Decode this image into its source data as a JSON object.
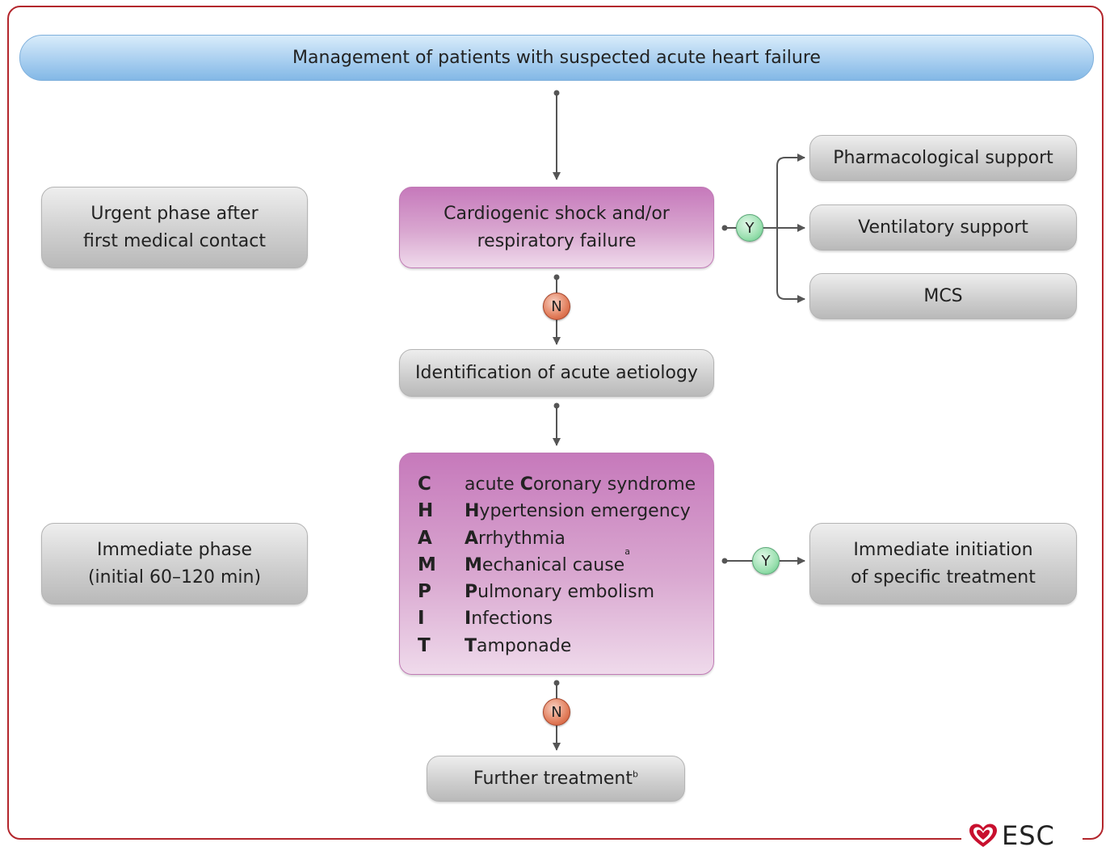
{
  "header": {
    "title": "Management of patients with suspected acute heart failure"
  },
  "phases": {
    "urgent": [
      "Urgent phase after",
      "first medical contact"
    ],
    "immediate": [
      "Immediate phase",
      "(initial 60–120 min)"
    ]
  },
  "shock_box": [
    "Cardiogenic shock and/or",
    "respiratory failure"
  ],
  "support": {
    "pharmacological": "Pharmacological support",
    "ventilatory": "Ventilatory support",
    "mcs": "MCS"
  },
  "identification": "Identification of acute aetiology",
  "champit": [
    {
      "letter": "C",
      "pre": "acute ",
      "bold": "C",
      "rest": "oronary syndrome",
      "sup": ""
    },
    {
      "letter": "H",
      "pre": "",
      "bold": "H",
      "rest": "ypertension emergency",
      "sup": ""
    },
    {
      "letter": "A",
      "pre": "",
      "bold": "A",
      "rest": "rrhythmia",
      "sup": ""
    },
    {
      "letter": "M",
      "pre": "",
      "bold": "M",
      "rest": "echanical cause",
      "sup": "a"
    },
    {
      "letter": "P",
      "pre": "",
      "bold": "P",
      "rest": "ulmonary embolism",
      "sup": ""
    },
    {
      "letter": "I",
      "pre": "",
      "bold": "I",
      "rest": "nfections",
      "sup": ""
    },
    {
      "letter": "T",
      "pre": "",
      "bold": "T",
      "rest": "amponade",
      "sup": ""
    }
  ],
  "immediate_treatment": [
    "Immediate initiation",
    "of specific treatment"
  ],
  "further_treatment": {
    "text": "Further treatment",
    "sup": "b"
  },
  "badges": {
    "yes": "Y",
    "no": "N"
  },
  "logo": {
    "text": "ESC"
  },
  "colors": {
    "frame": "#b3262c",
    "header": "#a9cff0",
    "pink": "#d9a7d0",
    "grey": "#cfcfcf",
    "yes_badge": "#9be0b0",
    "no_badge": "#e27e5c"
  }
}
